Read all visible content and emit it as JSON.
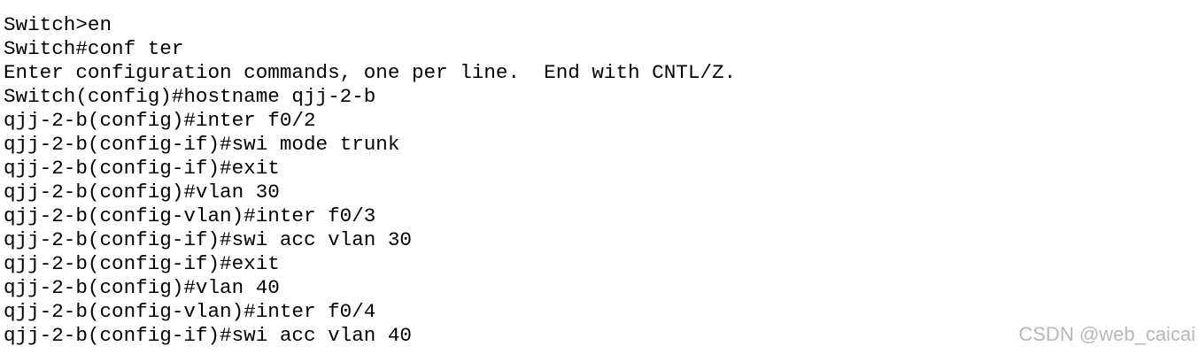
{
  "terminal": {
    "lines": [
      "Switch>en",
      "Switch#conf ter",
      "Enter configuration commands, one per line.  End with CNTL/Z.",
      "Switch(config)#hostname qjj-2-b",
      "qjj-2-b(config)#inter f0/2",
      "qjj-2-b(config-if)#swi mode trunk",
      "qjj-2-b(config-if)#exit",
      "qjj-2-b(config)#vlan 30",
      "qjj-2-b(config-vlan)#inter f0/3",
      "qjj-2-b(config-if)#swi acc vlan 30",
      "qjj-2-b(config-if)#exit",
      "qjj-2-b(config)#vlan 40",
      "qjj-2-b(config-vlan)#inter f0/4",
      "qjj-2-b(config-if)#swi acc vlan 40"
    ]
  },
  "watermark": {
    "text": "CSDN @web_caicai"
  }
}
